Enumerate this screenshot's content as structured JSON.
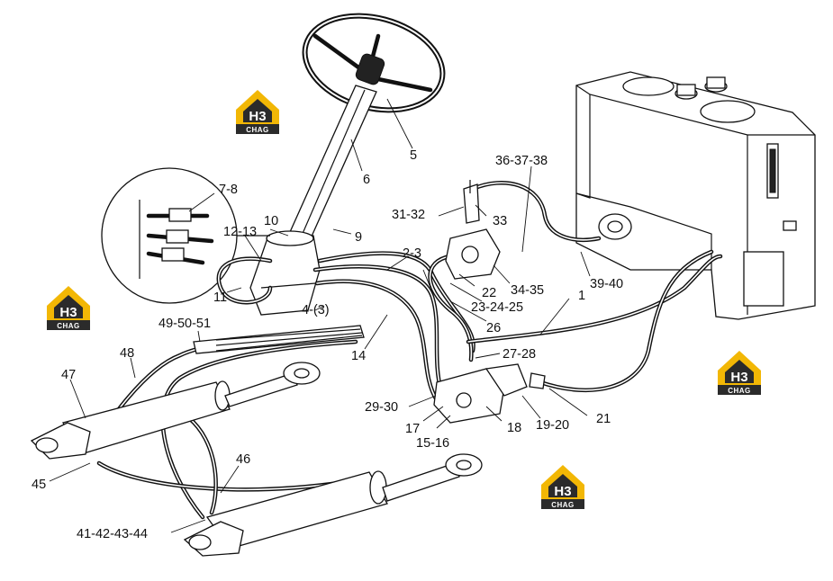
{
  "labels": [
    {
      "id": "5",
      "text": "5"
    },
    {
      "id": "6",
      "text": "6"
    },
    {
      "id": "7-8",
      "text": "7-8"
    },
    {
      "id": "9",
      "text": "9"
    },
    {
      "id": "10",
      "text": "10"
    },
    {
      "id": "11",
      "text": "11"
    },
    {
      "id": "12-13",
      "text": "12-13"
    },
    {
      "id": "2-3",
      "text": "2-3"
    },
    {
      "id": "4-3",
      "text": "4-(3)"
    },
    {
      "id": "14",
      "text": "14"
    },
    {
      "id": "15-16",
      "text": "15-16"
    },
    {
      "id": "17",
      "text": "17"
    },
    {
      "id": "18",
      "text": "18"
    },
    {
      "id": "19-20",
      "text": "19-20"
    },
    {
      "id": "21",
      "text": "21"
    },
    {
      "id": "22",
      "text": "22"
    },
    {
      "id": "23-24-25",
      "text": "23-24-25"
    },
    {
      "id": "26",
      "text": "26"
    },
    {
      "id": "27-28",
      "text": "27-28"
    },
    {
      "id": "29-30",
      "text": "29-30"
    },
    {
      "id": "31-32",
      "text": "31-32"
    },
    {
      "id": "33",
      "text": "33"
    },
    {
      "id": "34-35",
      "text": "34-35"
    },
    {
      "id": "36-37-38",
      "text": "36-37-38"
    },
    {
      "id": "39-40",
      "text": "39-40"
    },
    {
      "id": "1",
      "text": "1"
    },
    {
      "id": "41-42-43-44",
      "text": "41-42-43-44"
    },
    {
      "id": "45",
      "text": "45"
    },
    {
      "id": "46",
      "text": "46"
    },
    {
      "id": "47",
      "text": "47"
    },
    {
      "id": "48",
      "text": "48"
    },
    {
      "id": "49-50-51",
      "text": "49-50-51"
    }
  ],
  "watermark": {
    "logo_letters": "H3",
    "brand": "CHAG",
    "color": "#f2b705",
    "dark": "#2b2b2b"
  }
}
